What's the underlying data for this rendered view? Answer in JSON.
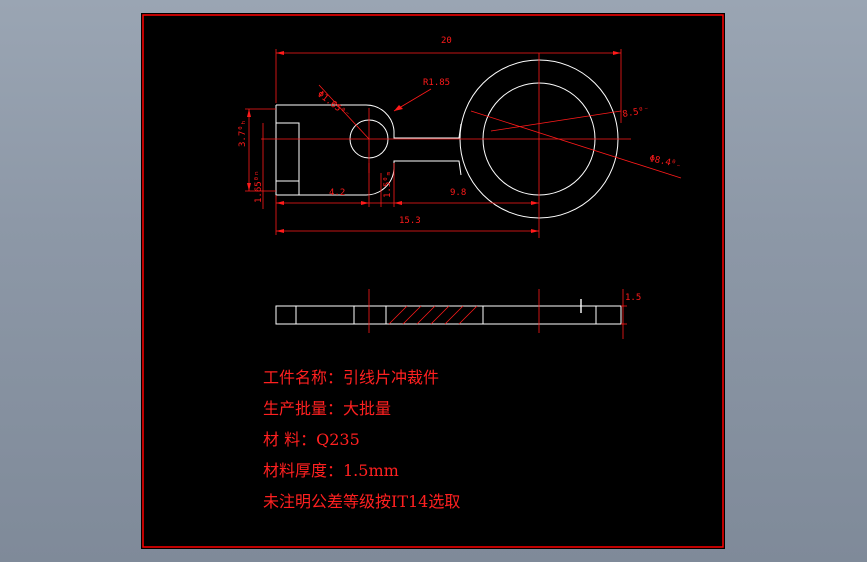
{
  "drawing": {
    "dimensions": {
      "overall_length": "20",
      "hole_dia": "Φ1.65⁰⁻",
      "radius": "R1.85",
      "ring_angle": "8.5⁰⁻",
      "ring_dia": "Φ8.4⁰₋",
      "height": "3.7⁰ₕ",
      "tab_height": "1.65⁰ⁿ",
      "len_a": "4.2",
      "neck_width": "1.5⁰ₘ",
      "len_b": "9.8",
      "total": "15.3",
      "thickness": "1.5",
      "section_mark": "1"
    },
    "notes": [
      "工件名称：引线片冲裁件",
      "生产批量：大批量",
      "材    料：Q235",
      "材料厚度：1.5mm",
      "未注明公差等级按IT14选取"
    ],
    "colors": {
      "background": "#000000",
      "frame": "#ff0000",
      "outline": "#ffffff",
      "dimension": "#ff1a1a"
    }
  }
}
